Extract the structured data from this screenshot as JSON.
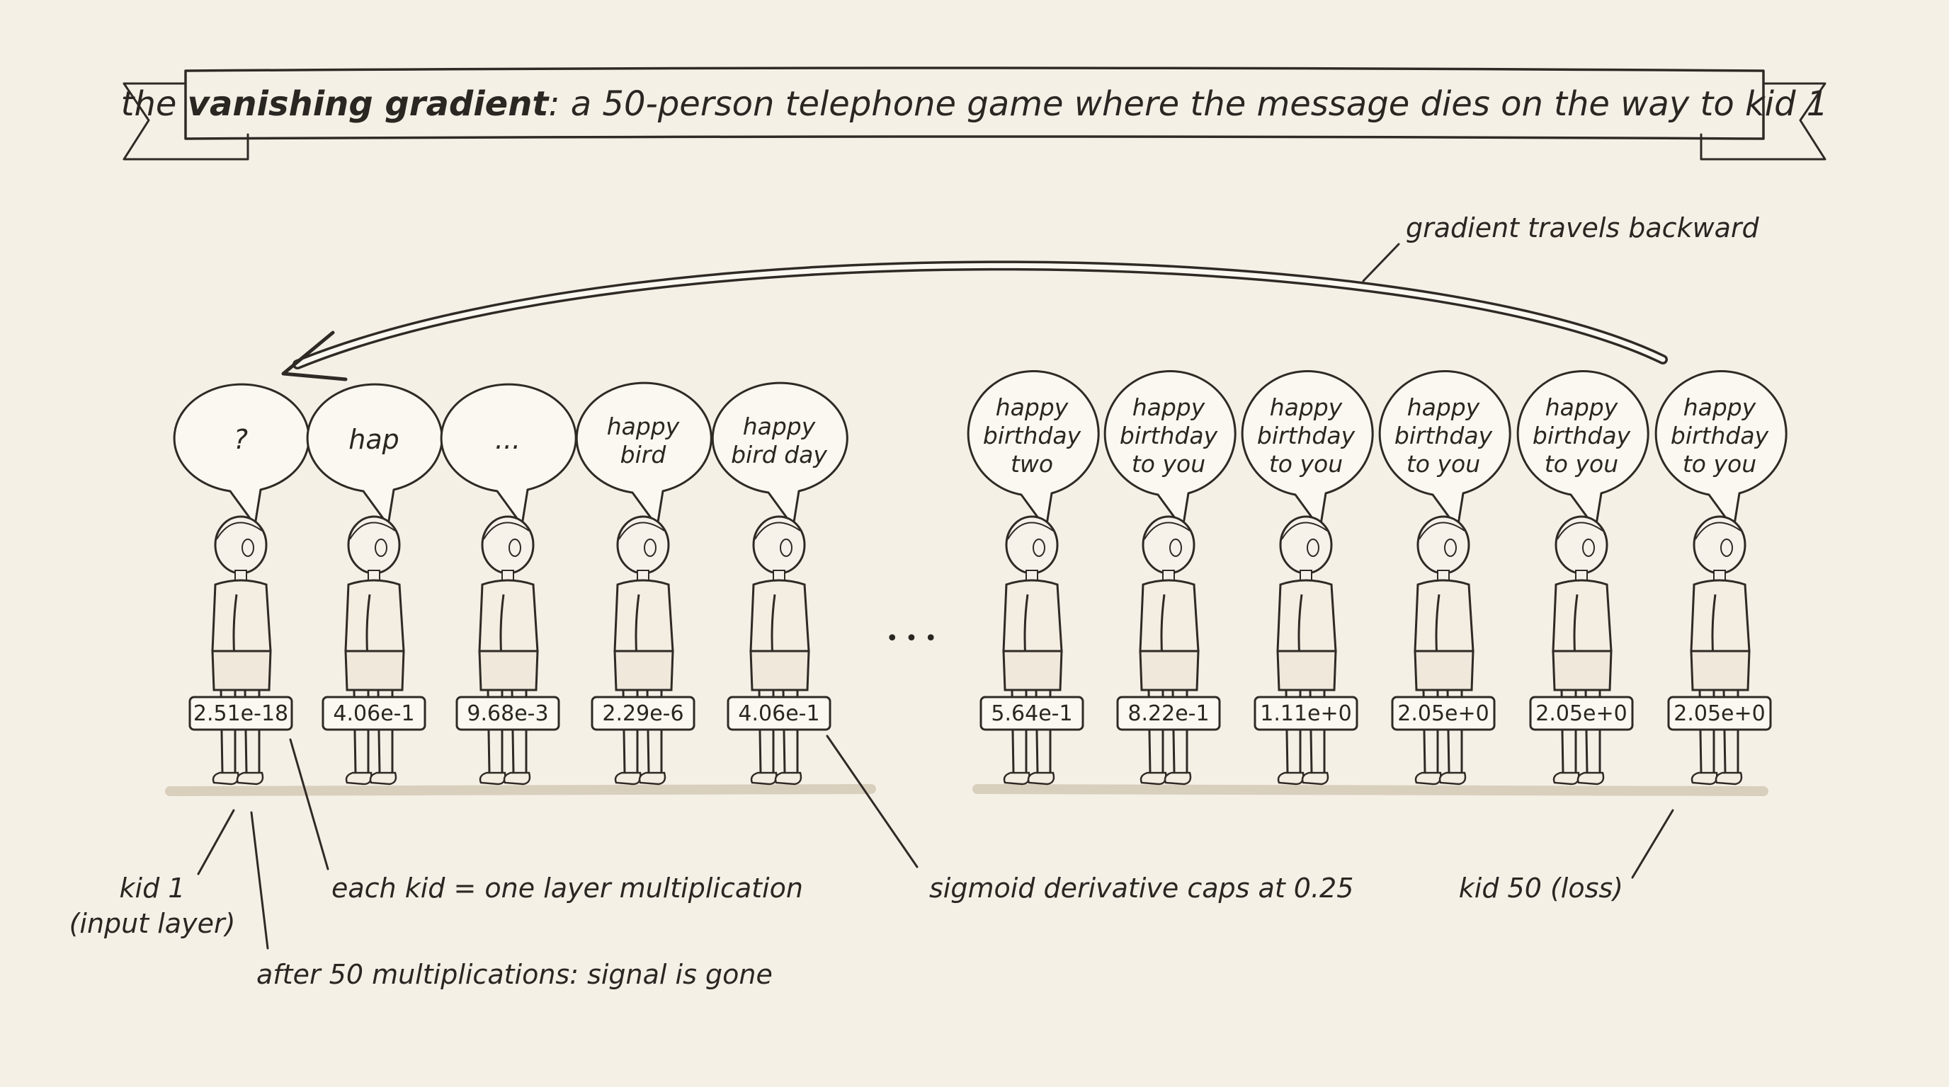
{
  "title": {
    "prefix": "the ",
    "bold": "vanishing gradient",
    "suffix": ": a 50-person telephone game where the message dies on the way to kid 1"
  },
  "arrow_label": "gradient travels backward",
  "ellipsis": "• • •",
  "kids": [
    {
      "speech": [
        "?"
      ],
      "value": "2.51e-18"
    },
    {
      "speech": [
        "hap"
      ],
      "value": "4.06e-1"
    },
    {
      "speech": [
        "..."
      ],
      "value": "9.68e-3"
    },
    {
      "speech": [
        "happy",
        "bird"
      ],
      "value": "2.29e-6"
    },
    {
      "speech": [
        "happy",
        "bird day"
      ],
      "value": "4.06e-1"
    },
    {
      "speech": [
        "happy",
        "birthday",
        "two"
      ],
      "value": "5.64e-1"
    },
    {
      "speech": [
        "happy",
        "birthday",
        "to you"
      ],
      "value": "8.22e-1"
    },
    {
      "speech": [
        "happy",
        "birthday",
        "to you"
      ],
      "value": "1.11e+0"
    },
    {
      "speech": [
        "happy",
        "birthday",
        "to you"
      ],
      "value": "2.05e+0"
    },
    {
      "speech": [
        "happy",
        "birthday",
        "to you"
      ],
      "value": "2.05e+0"
    },
    {
      "speech": [
        "happy",
        "birthday",
        "to you"
      ],
      "value": "2.05e+0"
    }
  ],
  "annotations": {
    "kid1_line1": "kid 1",
    "kid1_line2": "(input layer)",
    "each_kid": "each kid = one layer multiplication",
    "after_50": "after 50 multiplications: signal is gone",
    "sigmoid": "sigmoid derivative caps at 0.25",
    "kid50": "kid 50 (loss)"
  },
  "colors": {
    "background": "#f5f0e6",
    "ink": "#2f2a25",
    "paper": "#fbf8f1"
  }
}
